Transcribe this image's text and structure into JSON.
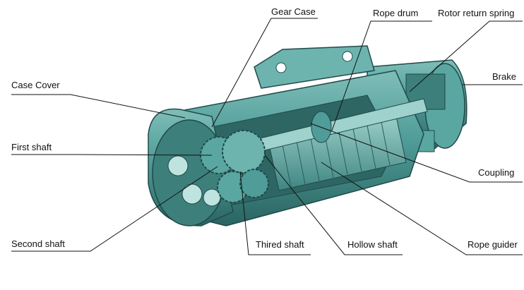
{
  "labels": {
    "gear_case": "Gear Case",
    "rope_drum": "Rope drum",
    "rotor_return_spring": "Rotor return spring",
    "brake": "Brake",
    "case_cover": "Case Cover",
    "first_shaft": "First shaft",
    "coupling": "Coupling",
    "second_shaft": "Second shaft",
    "thired_shaft": "Thired shaft",
    "hollow_shaft": "Hollow shaft",
    "rope_guider": "Rope guider"
  },
  "colors": {
    "body": "#4f9c98",
    "body_light": "#8cc9c3",
    "body_dark": "#1f4a4a",
    "line": "#111111"
  }
}
